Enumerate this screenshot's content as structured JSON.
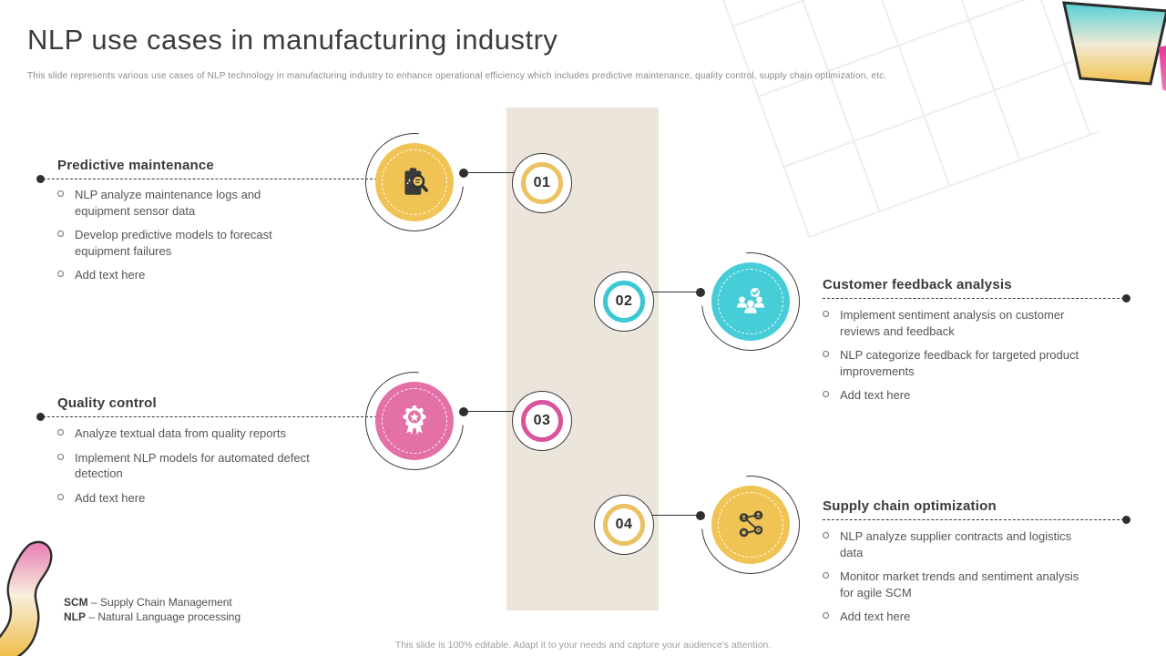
{
  "slide": {
    "title": "NLP use cases in manufacturing industry",
    "subtitle": "This slide represents various use cases of NLP technology in  manufacturing industry to enhance operational efficiency which includes predictive maintenance, quality control, supply chain optimization,  etc.",
    "footer": "This slide is 100% editable.  Adapt it to your needs and capture your audience's attention.",
    "footnotes": [
      {
        "abbr": "SCM",
        "definition": " – Supply Chain Management"
      },
      {
        "abbr": "NLP",
        "definition": " – Natural Language processing"
      }
    ]
  },
  "items": [
    {
      "number": "01",
      "title": "Predictive maintenance",
      "side": "left",
      "icon": "clipboard-magnifier-icon",
      "circle_color": "#F0C355",
      "ring_color": "#EBC161",
      "bullets": [
        "NLP analyze maintenance logs and equipment sensor data",
        "Develop predictive models to forecast equipment failures",
        "Add text here"
      ]
    },
    {
      "number": "02",
      "title": "Customer feedback analysis",
      "side": "right",
      "icon": "customers-check-icon",
      "circle_color": "#47CDD8",
      "ring_color": "#3BC7D3",
      "bullets": [
        "Implement sentiment analysis on customer reviews and feedback",
        "NLP categorize feedback for targeted product improvements",
        "Add text here"
      ]
    },
    {
      "number": "03",
      "title": "Quality control",
      "side": "left",
      "icon": "award-ribbon-icon",
      "circle_color": "#E470A8",
      "ring_color": "#D9549B",
      "bullets": [
        "Analyze textual data from quality reports",
        " Implement NLP models for automated defect detection",
        "Add text here"
      ]
    },
    {
      "number": "04",
      "title": "Supply chain optimization",
      "side": "right",
      "icon": "supply-network-icon",
      "circle_color": "#F0C355",
      "ring_color": "#EBC161",
      "bullets": [
        "NLP analyze supplier contracts and logistics data",
        "Monitor  market trends and sentiment analysis for agile SCM",
        "Add text here"
      ]
    }
  ],
  "colors": {
    "band": "#ECE5DB",
    "yellow": "#F0C355",
    "teal": "#47CDD8",
    "pink": "#E470A8",
    "outline": "#2E2E2E",
    "body_text": "#565656",
    "muted_text": "#8A8A8A"
  }
}
